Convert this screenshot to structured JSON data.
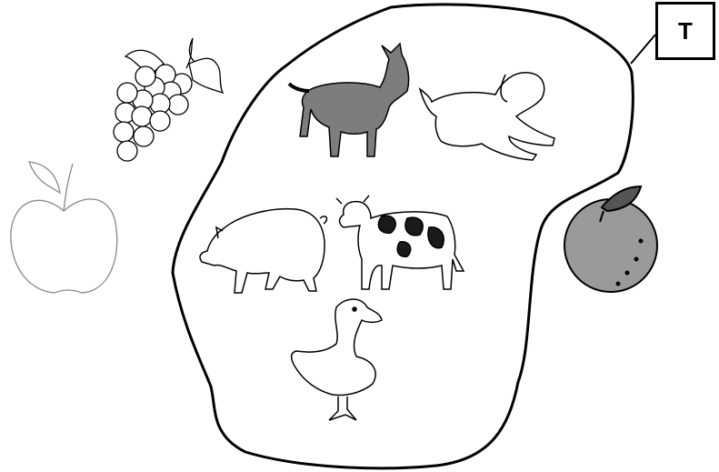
{
  "set_label": "T",
  "colors": {
    "outline": "#000000",
    "background": "#ffffff",
    "donkey_fill": "#7d7d7d",
    "orange_fill": "#9a9a9a",
    "cow_spots": "#1a1a1a"
  },
  "inside_set": [
    "donkey-illustration",
    "dog-illustration",
    "pig-illustration",
    "cow-illustration",
    "duck-illustration"
  ],
  "outside_set": [
    "grapes-illustration",
    "apple-illustration",
    "orange-illustration"
  ]
}
